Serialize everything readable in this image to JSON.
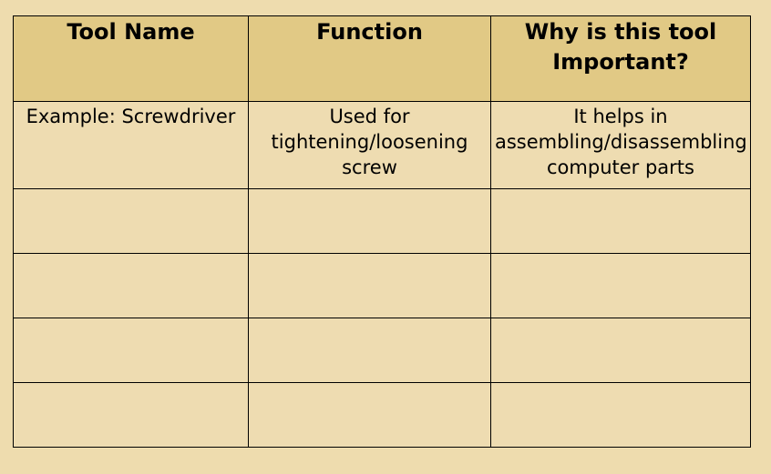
{
  "table": {
    "headers": [
      "Tool Name",
      "Function",
      "Why is this tool Important?"
    ],
    "example_row": {
      "tool_name": "Example: Screwdriver",
      "function": "Used for tightening/loosening screw",
      "importance": "It helps in assembling/disassembling computer parts"
    },
    "blank_rows": [
      [
        "",
        "",
        ""
      ],
      [
        "",
        "",
        ""
      ],
      [
        "",
        "",
        ""
      ],
      [
        "",
        "",
        ""
      ]
    ]
  }
}
